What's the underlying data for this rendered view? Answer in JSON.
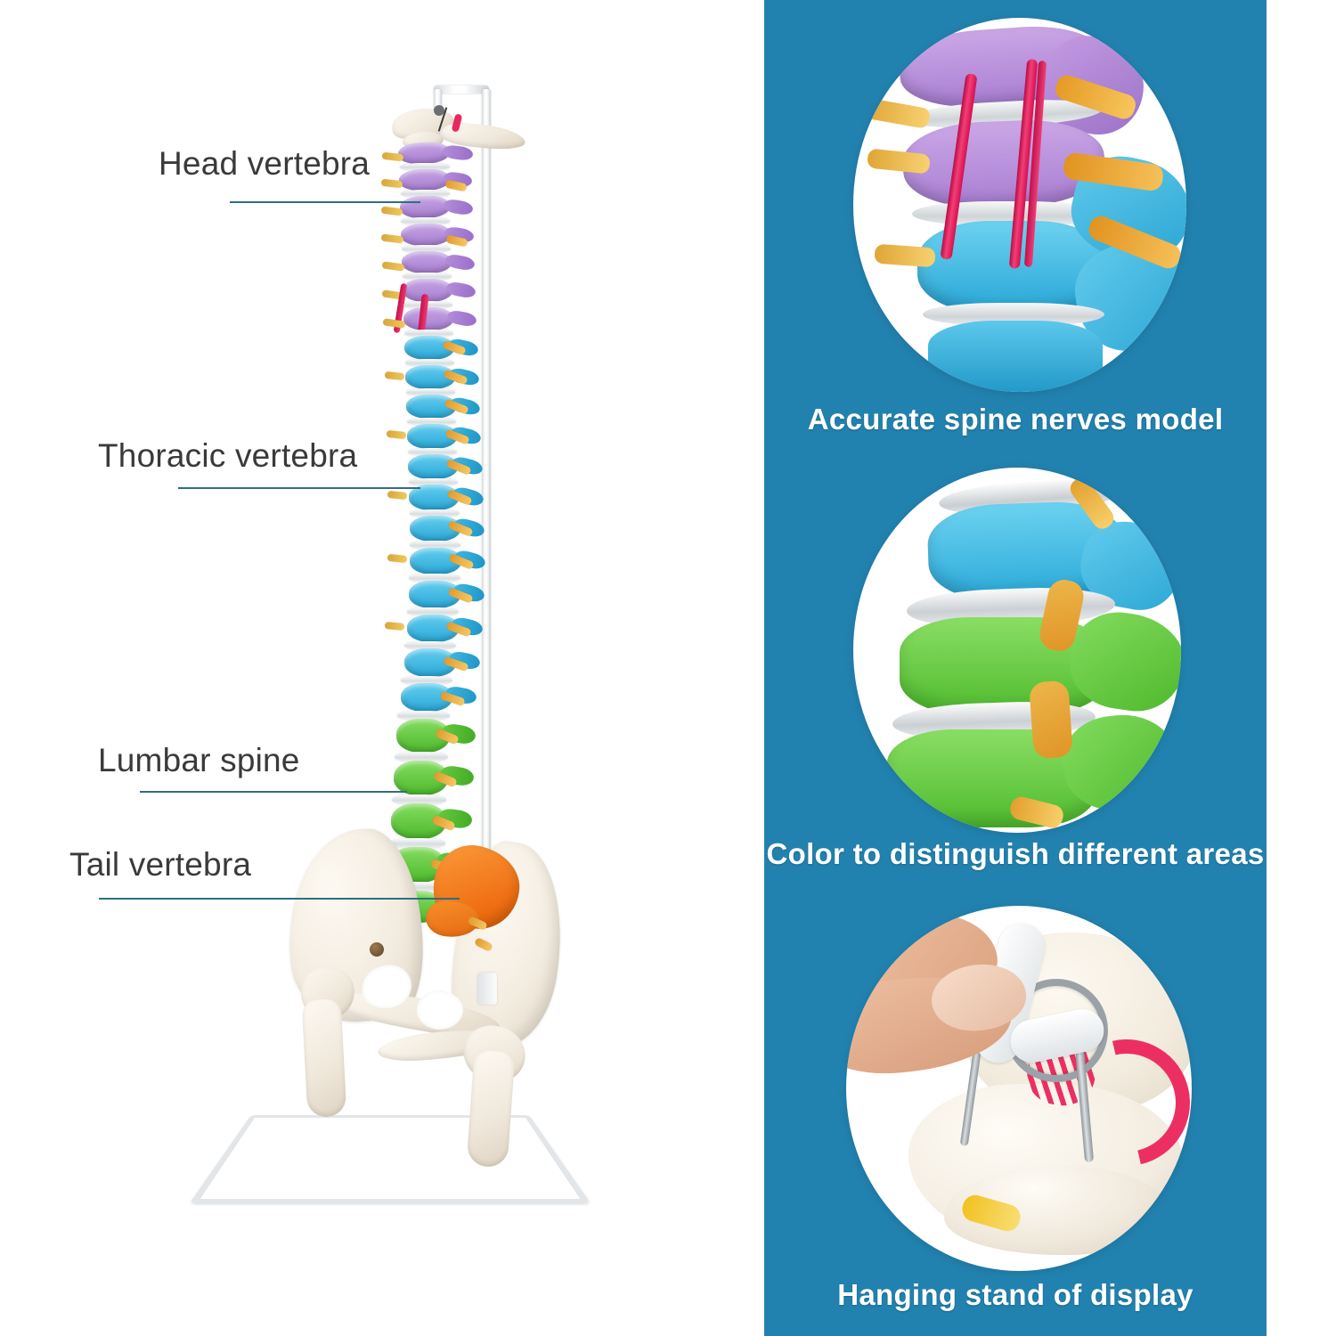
{
  "layout": {
    "panel_blue_hex": "#2282af",
    "panel_white_hex": "#ffffff",
    "callout_line_hex": "#2e6f80",
    "callout_text_hex": "#3a3a3a",
    "caption_text_hex": "#ffffff"
  },
  "left_panel": {
    "product_alt": "Anatomical flexible spine model with pelvis on hanging display stand",
    "callouts": [
      {
        "label": "Head vertebra",
        "region": "cervical"
      },
      {
        "label": "Thoracic vertebra",
        "region": "thoracic"
      },
      {
        "label": "Lumbar spine",
        "region": "lumbar"
      },
      {
        "label": "Tail vertebra",
        "region": "sacrum"
      }
    ],
    "model_colors": {
      "cervical": "#b38cd9",
      "thoracic": "#3fb7e2",
      "lumbar": "#63c93f",
      "sacrum": "#f07a20",
      "disc": "#e8ebed",
      "nerve_yellow": "#e8a83a",
      "nerve_red": "#e8285f",
      "bone": "#f3ece0",
      "stand": "#e8ebed"
    }
  },
  "right_panel": {
    "features": [
      {
        "caption": "Accurate spine nerves model",
        "photo_alt": "Close-up of purple cervical and blue thoracic vertebrae with red spinal nerve rods and yellow nerve roots",
        "colors": {
          "upper": "#b98edd",
          "lower": "#3fb7e2",
          "nerve_red": "#e0265c",
          "nerve_yellow": "#e0a43c",
          "disc": "#dfe3e6"
        }
      },
      {
        "caption": "Color to distinguish different areas",
        "photo_alt": "Close-up of blue thoracic vertebra above green lumbar vertebrae separated by clear intervertebral discs",
        "colors": {
          "upper": "#3fb7e2",
          "lower": "#63c93f",
          "nerve_yellow": "#e8a83a",
          "disc": "#dfe3e6"
        }
      },
      {
        "caption": "Hanging stand of display",
        "photo_alt": "Hand holding the metal hook of the hanging stand attached to the pelvis and pink nerve structure",
        "colors": {
          "skin": "#e8b598",
          "bone": "#f6f1e6",
          "metal": "#b9bfc4",
          "nerve_pink": "#ec2f63",
          "nerve_yellow": "#f2c223"
        }
      }
    ]
  }
}
